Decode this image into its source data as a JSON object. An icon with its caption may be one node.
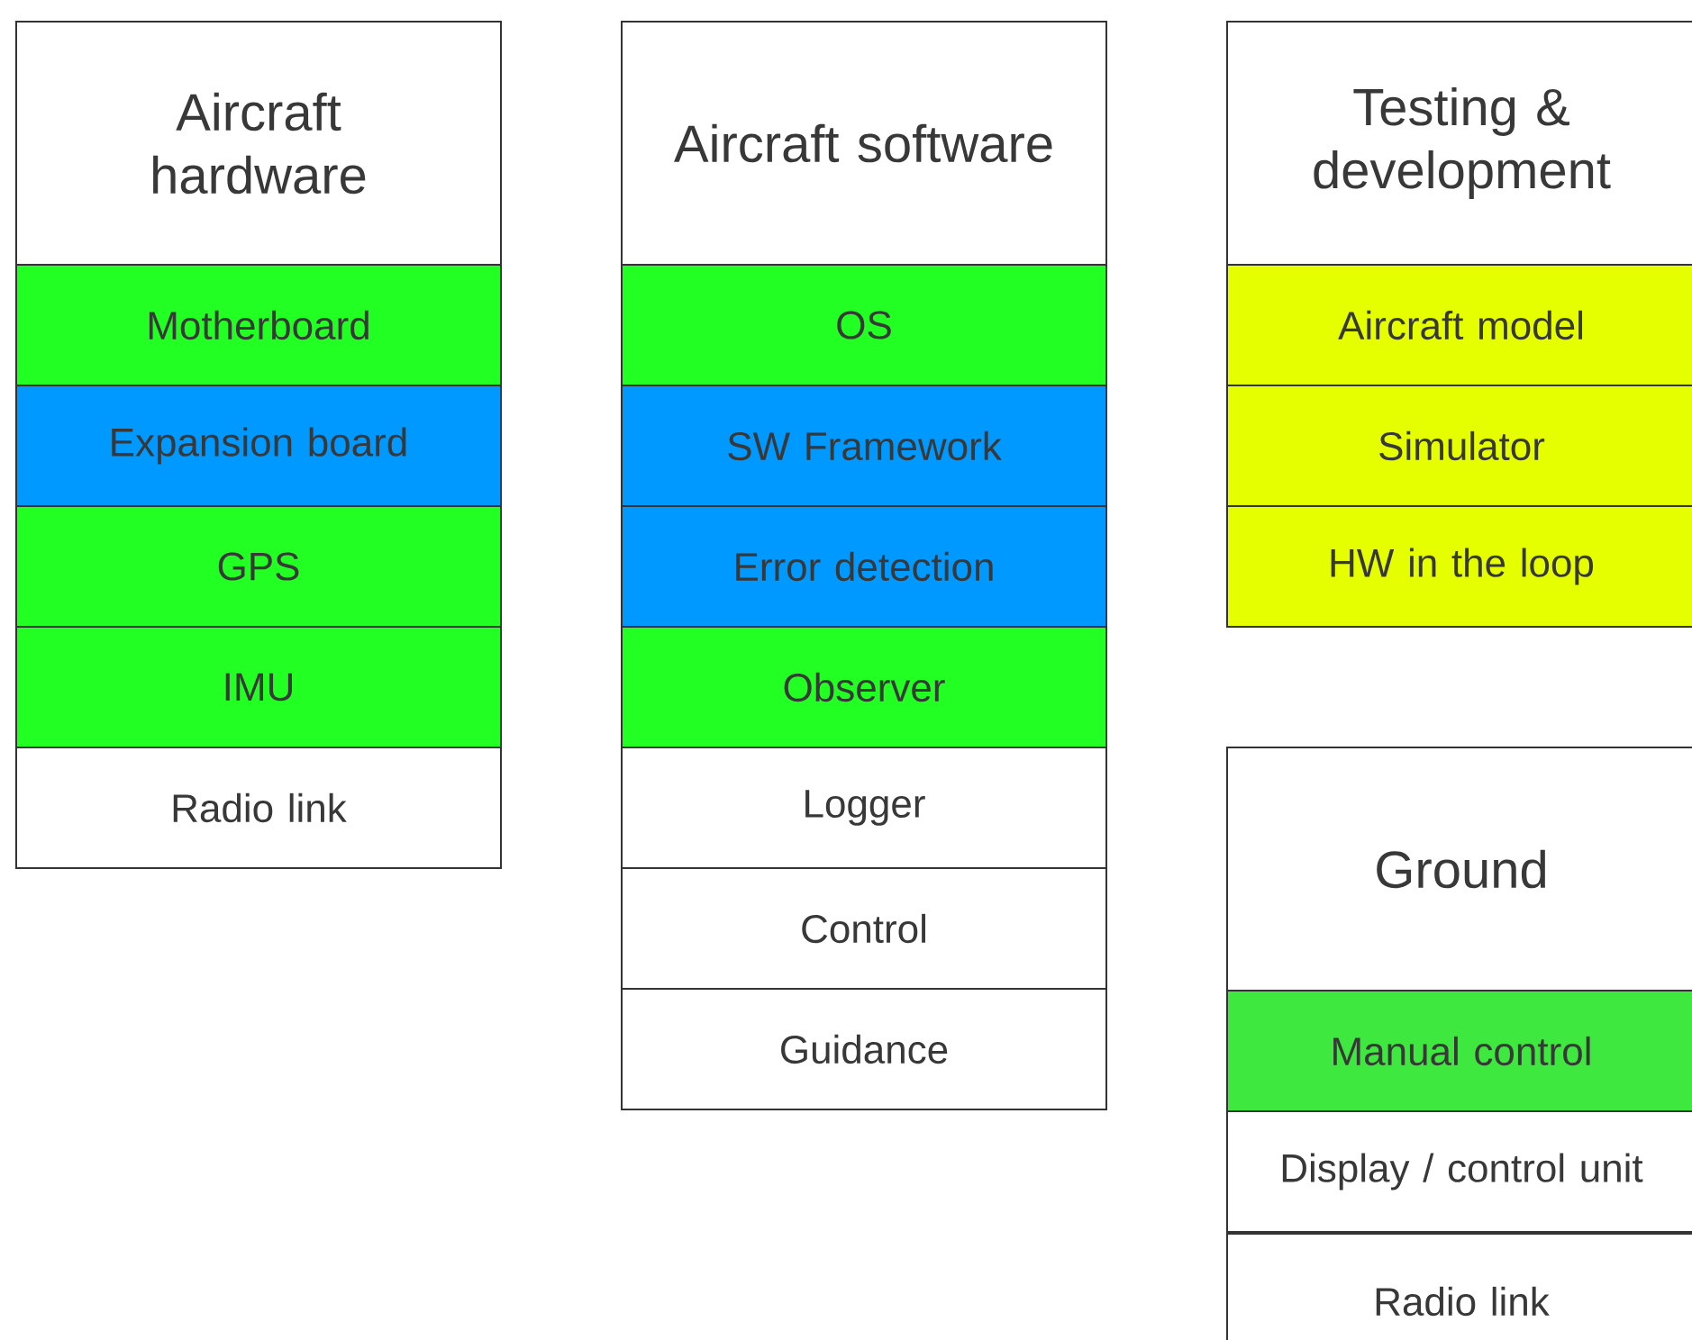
{
  "diagram": {
    "nodes": [
      {
        "text": [
          "Aircraft hardware"
        ]
      },
      {
        "text": [
          "Motherboard"
        ]
      },
      {
        "text": [
          "Expansion board"
        ]
      },
      {
        "text": [
          "GPS"
        ]
      },
      {
        "text": [
          "IMU"
        ]
      },
      {
        "text": [
          "Radio link"
        ]
      },
      {
        "text": [
          "Aircraft software"
        ]
      },
      {
        "text": [
          "OS"
        ]
      },
      {
        "text": [
          "SW Framework"
        ]
      },
      {
        "text": [
          "Error detection"
        ]
      },
      {
        "text": [
          "Observer"
        ]
      },
      {
        "text": [
          "Logger"
        ]
      },
      {
        "text": [
          "Control"
        ]
      },
      {
        "text": [
          "Guidance"
        ]
      },
      {
        "text": [
          "Testing & development"
        ]
      },
      {
        "text": [
          "Aircraft model"
        ]
      },
      {
        "text": [
          "Simulator"
        ]
      },
      {
        "text": [
          "HW in the loop"
        ]
      },
      {
        "text": [
          "Ground"
        ]
      },
      {
        "text": [
          "Manual control"
        ]
      },
      {
        "text": [
          "Display / control unit"
        ]
      },
      {
        "text": [
          "Radio link"
        ]
      }
    ]
  }
}
